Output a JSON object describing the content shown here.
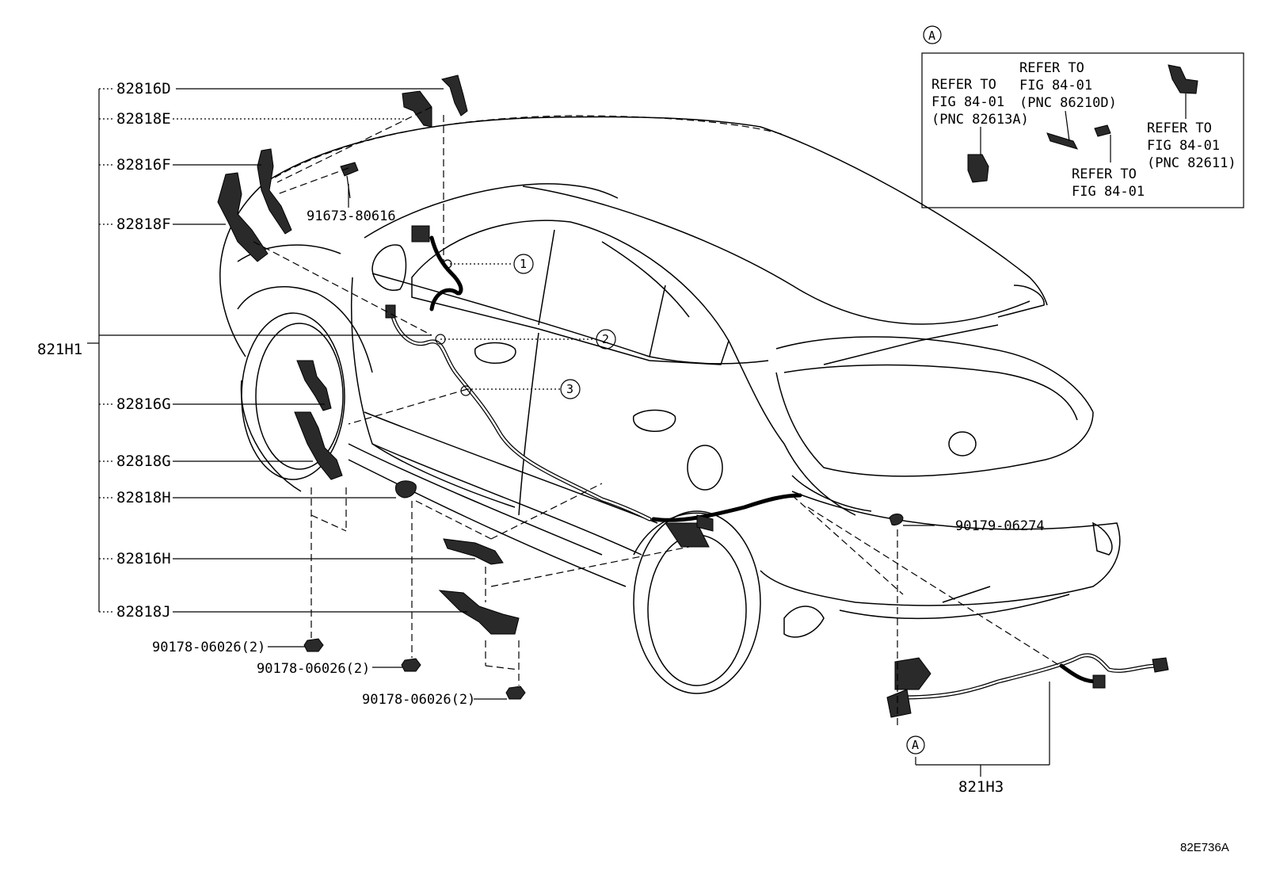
{
  "diagram": {
    "left_labels": {
      "l1": "82816D",
      "l2": "82818E",
      "l3": "82816F",
      "l4": "82818F",
      "main": "821H1",
      "l5": "82816G",
      "l6": "82818G",
      "l7": "82818H",
      "l8": "82816H",
      "l9": "82818J"
    },
    "bolt_label": "91673-80616",
    "nut_labels": [
      "90178-06026(2)",
      "90178-06026(2)",
      "90178-06026(2)"
    ],
    "clip_label": "90179-06274",
    "rear_harness_label": "821H3",
    "callouts": [
      "1",
      "2",
      "3"
    ],
    "view_marker": "A",
    "inset": {
      "marker": "A",
      "ref1": [
        "REFER TO",
        "FIG 84-01",
        "(PNC 82613A)"
      ],
      "ref2": [
        "REFER TO",
        "FIG 84-01",
        "(PNC 86210D)"
      ],
      "ref3": [
        "REFER TO",
        "FIG 84-01"
      ],
      "ref4": [
        "REFER TO",
        "FIG 84-01",
        "(PNC 82611)"
      ]
    },
    "figure_code": "82E736A"
  }
}
